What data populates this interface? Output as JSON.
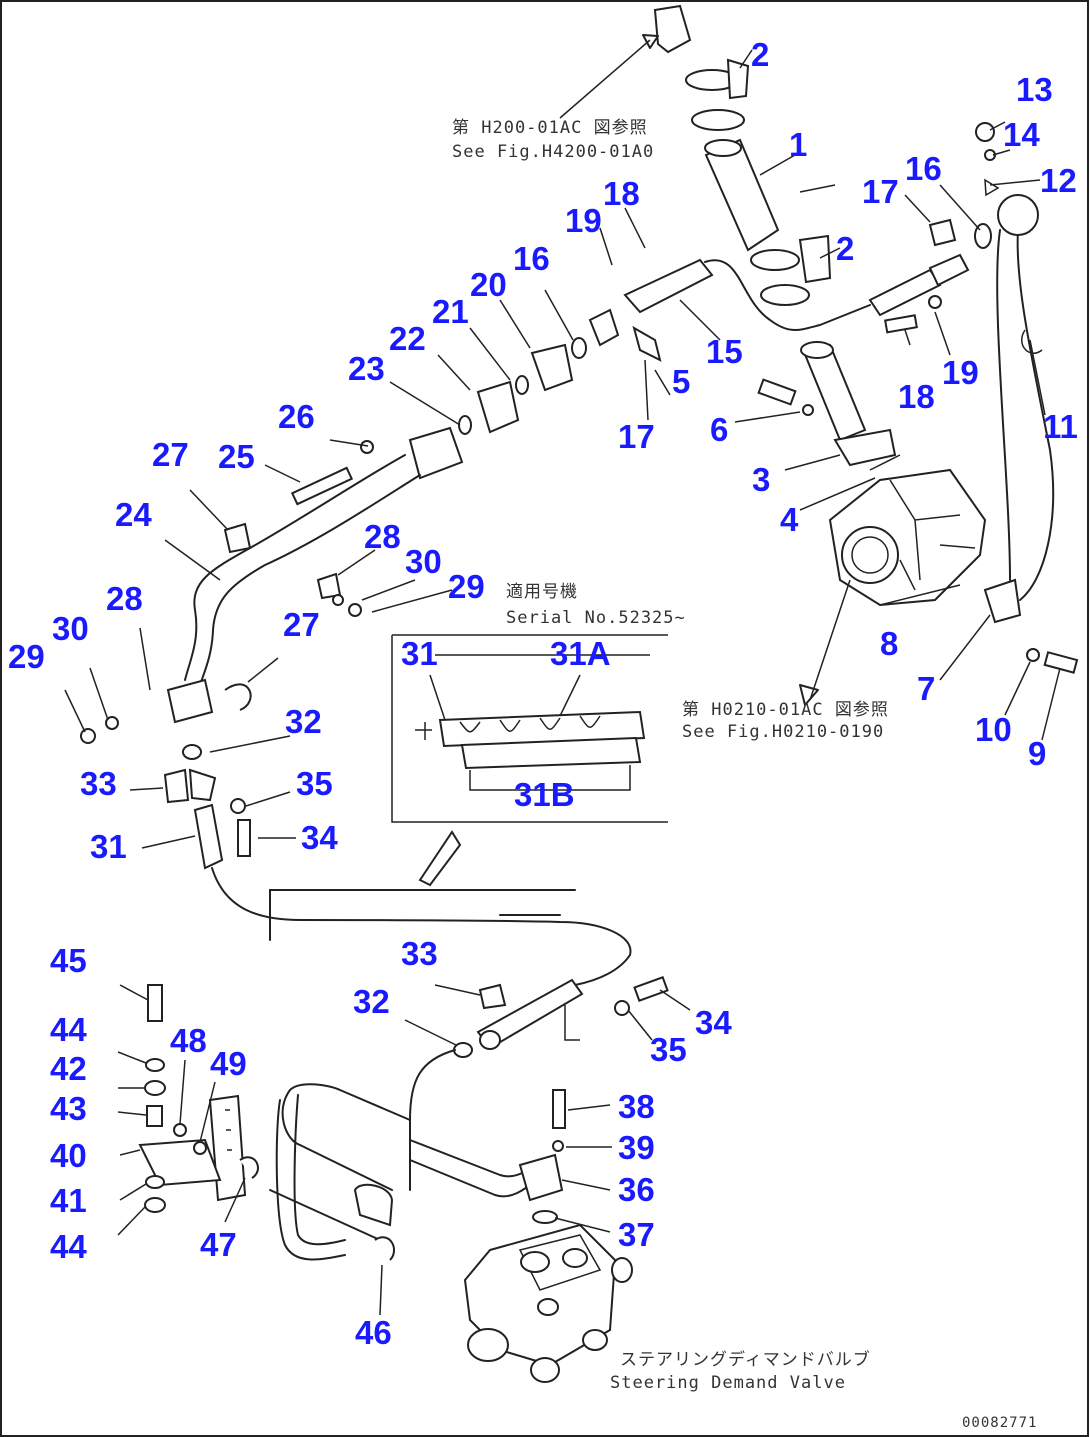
{
  "colors": {
    "part_number": "#1a1aff",
    "line": "#222222",
    "background": "#ffffff"
  },
  "references": {
    "top_jp": "第 H200-01AC 図参照",
    "top_en": "See Fig.H4200-01A0",
    "pump_jp": "第 H0210-01AC 図参照",
    "pump_en": "See Fig.H0210-0190",
    "serial_jp": "適用号機",
    "serial_en": "Serial No.52325~",
    "valve_jp": "ステアリングディマンドバルブ",
    "valve_en": "Steering Demand Valve",
    "drawing_code": "00082771"
  },
  "part_numbers": {
    "p1": "1",
    "p2a": "2",
    "p2b": "2",
    "p3": "3",
    "p4": "4",
    "p5": "5",
    "p6": "6",
    "p7": "7",
    "p8": "8",
    "p9": "9",
    "p10": "10",
    "p11": "11",
    "p12": "12",
    "p13": "13",
    "p14": "14",
    "p15": "15",
    "p16a": "16",
    "p16b": "16",
    "p17a": "17",
    "p17b": "17",
    "p18a": "18",
    "p18b": "18",
    "p19a": "19",
    "p19b": "19",
    "p20": "20",
    "p21": "21",
    "p22": "22",
    "p23": "23",
    "p24": "24",
    "p25": "25",
    "p26": "26",
    "p27a": "27",
    "p27b": "27",
    "p28a": "28",
    "p28b": "28",
    "p29a": "29",
    "p29b": "29",
    "p30a": "30",
    "p30b": "30",
    "p31a": "31",
    "p31b": "31",
    "p31A": "31A",
    "p31B": "31B",
    "p32a": "32",
    "p32b": "32",
    "p33a": "33",
    "p33b": "33",
    "p34a": "34",
    "p34b": "34",
    "p35a": "35",
    "p35b": "35",
    "p36": "36",
    "p37": "37",
    "p38": "38",
    "p39": "39",
    "p40": "40",
    "p41": "41",
    "p42": "42",
    "p43": "43",
    "p44a": "44",
    "p44b": "44",
    "p45": "45",
    "p46": "46",
    "p47": "47",
    "p48": "48",
    "p49": "49"
  }
}
